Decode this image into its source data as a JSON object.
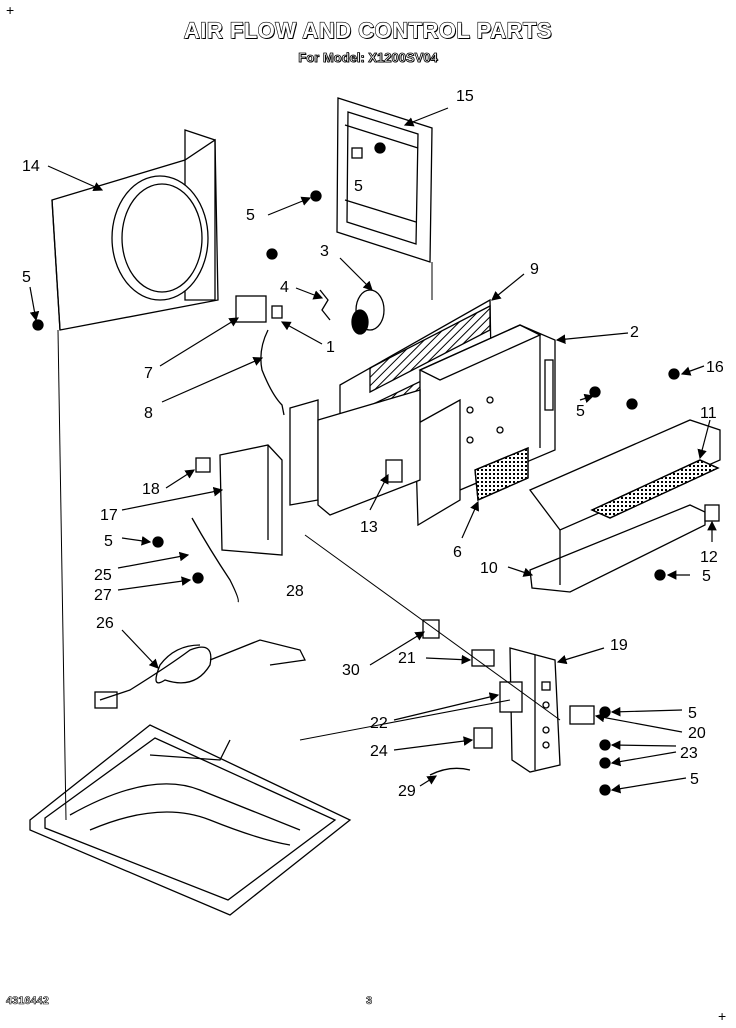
{
  "header": {
    "title": "AIR FLOW AND CONTROL PARTS",
    "subtitle": "For Model: X1200SV04"
  },
  "footer": {
    "doc_number": "4316442",
    "page_number": "3"
  },
  "callouts": {
    "c15": "15",
    "c14": "14",
    "c5a": "5",
    "c5b": "5",
    "c5c": "5",
    "c3": "3",
    "c9": "9",
    "c4": "4",
    "c1": "1",
    "c2": "2",
    "c7": "7",
    "c8": "8",
    "c16": "16",
    "c11": "11",
    "c5d": "5",
    "c18": "18",
    "c13": "13",
    "c17": "17",
    "c6": "6",
    "c5e": "5",
    "c12": "12",
    "c10": "10",
    "c5f": "5",
    "c25": "25",
    "c27": "27",
    "c28": "28",
    "c26": "26",
    "c30": "30",
    "c21": "21",
    "c19": "19",
    "c22": "22",
    "c5g": "5",
    "c20": "20",
    "c24": "24",
    "c23": "23",
    "c29": "29",
    "c5h": "5"
  }
}
